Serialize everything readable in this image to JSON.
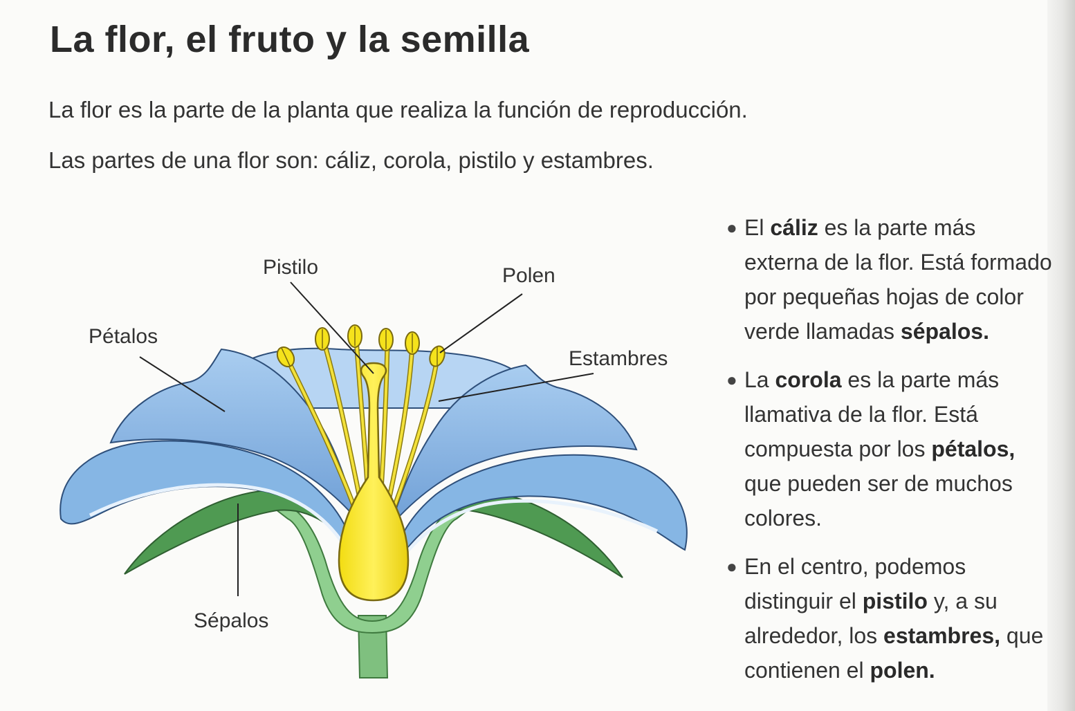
{
  "page": {
    "title": "La flor, el fruto y la semilla",
    "intro_1": "La flor es la parte de la planta que realiza la función de reproducción.",
    "intro_2": "Las partes de una flor son: cáliz, corola, pistilo y estambres."
  },
  "diagram": {
    "labels": {
      "pistilo": "Pistilo",
      "polen": "Polen",
      "petalos": "Pétalos",
      "estambres": "Estambres",
      "sepalos": "Sépalos"
    },
    "colors": {
      "petal": "#8fbbe6",
      "petal_dark": "#5f8fc9",
      "sepal": "#4f9a52",
      "pistil": "#f5e21c",
      "stem": "#7fc07f"
    }
  },
  "facts": [
    {
      "parts": [
        {
          "text": "El ",
          "bold": false
        },
        {
          "text": "cáliz",
          "bold": true
        },
        {
          "text": " es la parte más externa de la flor. Está formado por pequeñas hojas de color verde llamadas ",
          "bold": false
        },
        {
          "text": "sépalos.",
          "bold": true
        }
      ]
    },
    {
      "parts": [
        {
          "text": "La ",
          "bold": false
        },
        {
          "text": "corola",
          "bold": true
        },
        {
          "text": " es la parte más llamativa de la flor. Está compuesta por los ",
          "bold": false
        },
        {
          "text": "pétalos,",
          "bold": true
        },
        {
          "text": " que pueden ser de muchos colores.",
          "bold": false
        }
      ]
    },
    {
      "parts": [
        {
          "text": "En el centro, podemos distinguir el ",
          "bold": false
        },
        {
          "text": "pistilo",
          "bold": true
        },
        {
          "text": " y, a su alrededor, los ",
          "bold": false
        },
        {
          "text": "estambres,",
          "bold": true
        },
        {
          "text": " que contienen el ",
          "bold": false
        },
        {
          "text": "polen.",
          "bold": true
        }
      ]
    }
  ]
}
